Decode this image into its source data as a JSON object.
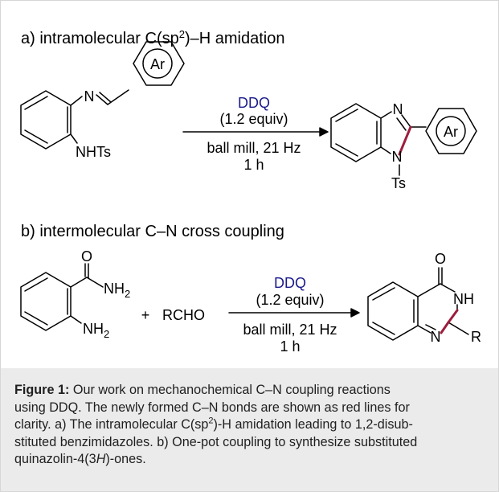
{
  "scheme_a": {
    "heading_pre": "a) intramolecular C(sp",
    "heading_sup": "2",
    "heading_post": ")–H amidation",
    "reagent": "DDQ",
    "amount": "(1.2 equiv)",
    "condition1": "ball mill, 21 Hz",
    "condition2": "1 h",
    "sm_n": "N",
    "sm_ar": "Ar",
    "sm_nhts": "NHTs",
    "pr_n1": "N",
    "pr_n2": "N",
    "pr_ts": "Ts",
    "pr_ar": "Ar"
  },
  "scheme_b": {
    "heading": "b) intermolecular C–N cross coupling",
    "reagent": "DDQ",
    "amount": "(1.2 equiv)",
    "condition1": "ball mill, 21 Hz",
    "condition2": "1 h",
    "sm_o": "O",
    "sm_nh2_top": "NH",
    "sm_nh2_top_sub": "2",
    "sm_nh2_bot": "NH",
    "sm_nh2_bot_sub": "2",
    "plus": "+",
    "rcho": "RCHO",
    "pr_o": "O",
    "pr_nh": "NH",
    "pr_n": "N",
    "pr_r": "R"
  },
  "caption": {
    "label": "Figure 1:",
    "line1": " Our work on mechanochemical C–N coupling reactions",
    "line2": "using DDQ. The newly formed C–N bonds are shown as red lines for",
    "line3_pre": "clarity. a) The intramolecular C(sp",
    "line3_sup": "2",
    "line3_post": ")-H amidation leading to 1,2-disub-",
    "line4": "stituted benzimidazoles. b) One-pot coupling to synthesize substituted",
    "line5_pre": "quinazolin-4(3",
    "line5_italic": "H",
    "line5_post": ")-ones."
  },
  "colors": {
    "reagent": "#1a1a8c",
    "new_bond": "#9c1e3c",
    "caption_bg": "#ebebeb",
    "frame_border": "#d6d6d6"
  }
}
